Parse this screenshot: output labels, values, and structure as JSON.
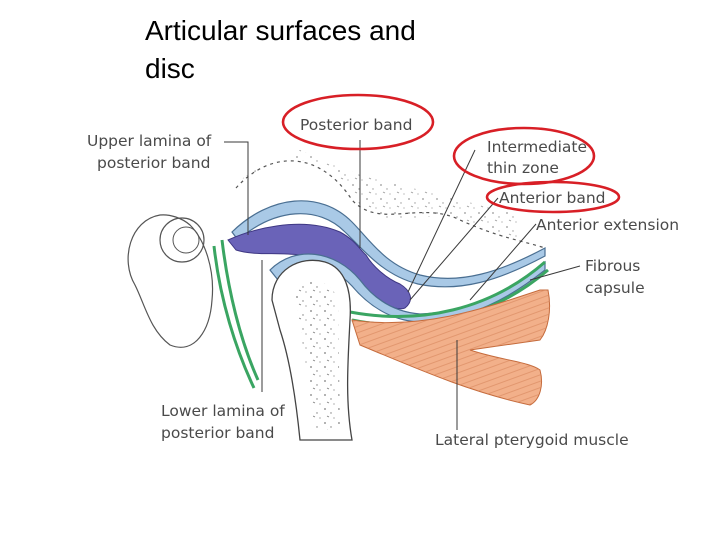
{
  "title_line1": "Articular surfaces and",
  "title_line2": "disc",
  "labels": {
    "upper_lamina_1": "Upper lamina of",
    "upper_lamina_2": "posterior band",
    "posterior_band": "Posterior band",
    "intermediate_1": "Intermediate",
    "intermediate_2": "thin zone",
    "anterior_band": "Anterior band",
    "anterior_extension": "Anterior extension",
    "fibrous_1": "Fibrous",
    "fibrous_2": "capsule",
    "lower_lamina_1": "Lower lamina of",
    "lower_lamina_2": "posterior band",
    "lateral_pterygoid": "Lateral pterygoid muscle"
  },
  "colors": {
    "disc": "#6a63b8",
    "synovial": "#a9c9e6",
    "capsule": "#3aa562",
    "muscle": "#f2b08a",
    "highlight": "#d81f26"
  }
}
